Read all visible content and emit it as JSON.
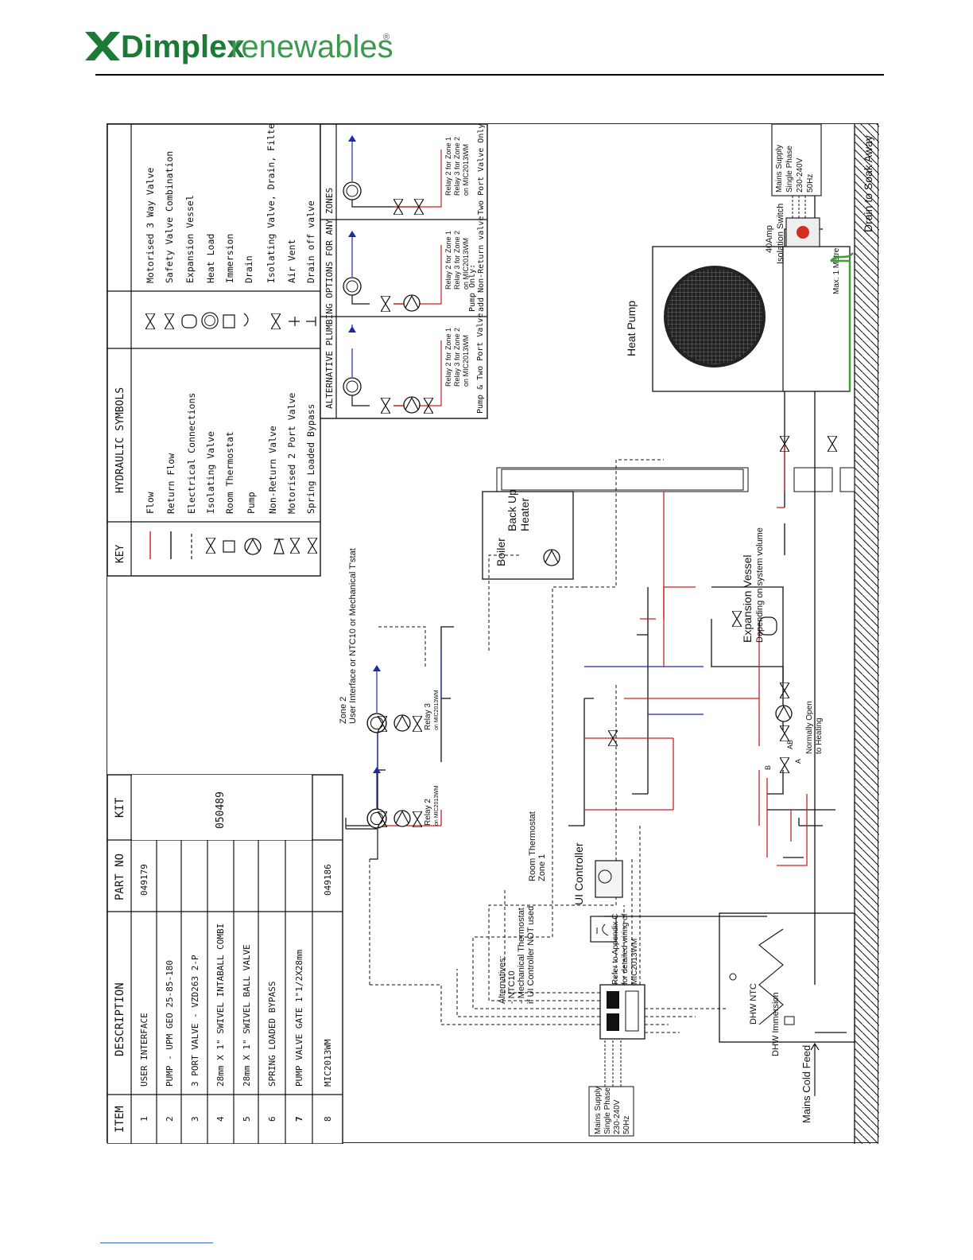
{
  "logo": {
    "brand": "Dimplex",
    "suffix": "renewables",
    "mark": "®",
    "color_brand": "#1a7a36",
    "color_suffix": "#3c9a4e"
  },
  "parts_table": {
    "headers": {
      "item": "ITEM",
      "description": "DESCRIPTION",
      "part_no": "PART NO",
      "kit": "KIT"
    },
    "rows": [
      {
        "item": "1",
        "description": "USER INTERFACE",
        "part_no": "049179"
      },
      {
        "item": "2",
        "description": "PUMP - UPM GEO 25-85-180",
        "part_no": ""
      },
      {
        "item": "3",
        "description": "3 PORT VALVE - VZD263 2-P",
        "part_no": ""
      },
      {
        "item": "4",
        "description": "28mm X 1\" SWIVEL INTABALL COMBI",
        "part_no": ""
      },
      {
        "item": "5",
        "description": "28mm X 1\" SWIVEL BALL VALVE",
        "part_no": ""
      },
      {
        "item": "6",
        "description": "SPRING LOADED BYPASS",
        "part_no": ""
      },
      {
        "item": "7",
        "description": "PUMP VALVE GATE 1\"1/2X28mm",
        "part_no": ""
      },
      {
        "item": "8",
        "description": "MIC2013WM",
        "part_no": "049186"
      }
    ],
    "kit": "050489"
  },
  "key": {
    "title": "KEY",
    "symbols_title": "HYDRAULIC SYMBOLS",
    "col1": [
      "Flow",
      "Return Flow",
      "Electrical Connections",
      "Isolating Valve",
      "Room Thermostat",
      "Pump",
      "Non-Return Valve",
      "Motorised 2 Port Valve",
      "Spring Loaded Bypass"
    ],
    "col2": [
      "Motorised 3 Way Valve",
      "Safety Valve Combination",
      "Expansion Vessel",
      "Heat Load",
      "Immersion",
      "Drain",
      "Isolating Valve, Drain, Filter",
      "Air Vent",
      "Drain off valve"
    ]
  },
  "alt": {
    "title": "ALTERNATIVE PLUMBING OPTIONS FOR ANY ZONES",
    "panels": [
      {
        "relay": [
          "Relay 2 for Zone 1",
          "Relay 3 for Zone 2",
          "on MIC2013WM"
        ],
        "caption": "Pump & Two Port Valve"
      },
      {
        "relay": [
          "Relay 2 for Zone 1",
          "Relay 3 for Zone 2",
          "on MIC2013WM"
        ],
        "extra": "Pump Only:",
        "caption": "add Non-Return valve"
      },
      {
        "relay": [
          "Relay 2 for Zone 1",
          "Relay 3 for Zone 2",
          "on MIC2013WM"
        ],
        "caption": "Two Port Valve Only"
      }
    ]
  },
  "labels": {
    "zone2": "Zone 2",
    "user_interface": "User Interface or NTC10 or Mechanical T'stat",
    "relay3": "Relay 3",
    "relay3_sub": "on MIC2013WM",
    "relay2": "Relay 2",
    "relay2_sub": "on MIC2013WM",
    "room_stat": "Room Thermostat",
    "zone1": "Zone 1",
    "ui_controller": "UI Controller",
    "alternatives": [
      "Alternatives:",
      "- NTC10",
      "- Mechanical Thermostat",
      "if UI Controller NOT used"
    ],
    "refer": [
      "Refer to Appendix C",
      "for detailed wiring of",
      "MIC2013WM"
    ],
    "mains_left": [
      "Mains Supply",
      "Single Phase",
      "230-240V",
      "50Hz"
    ],
    "dhw_ntc": "DHW NTC",
    "dhw_imm": "DHW Immersion",
    "cold_feed": "Mains Cold Feed",
    "boiler": "Boiler",
    "backup": [
      "Back Up",
      "Heater"
    ],
    "exp_vessel": "Expansion Vessel",
    "exp_vessel_sub": "Depending on system volume",
    "normally_open": [
      "Normally Open",
      "to Heating"
    ],
    "heat_pump": "Heat Pump",
    "iso_switch": [
      "40Amp",
      "Isolation Switch"
    ],
    "mains_right": [
      "Mains Supply",
      "Single Phase",
      "230-240V",
      "50Hz"
    ],
    "max_metre": "Max. 1 Metre",
    "drain": "Drain to Soak Away",
    "valve_a": "A",
    "valve_b": "B",
    "valve_ab": "AB"
  },
  "colors": {
    "flow": "#cc1f1f",
    "return": "#1a2aa8",
    "line": "#111111",
    "drain": "#3aa02e"
  }
}
